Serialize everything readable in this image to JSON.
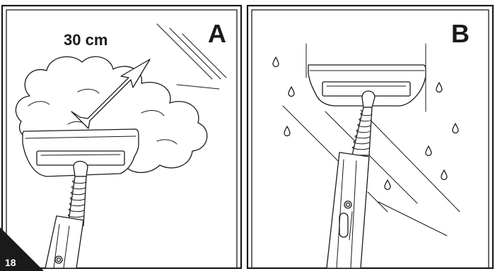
{
  "panel_a": {
    "label": "A",
    "distance_label": "30 cm"
  },
  "panel_b": {
    "label": "B"
  },
  "page_number": "18",
  "colors": {
    "ink": "#1a1a1a",
    "paper": "#ffffff",
    "page_tab": "#1a1a1a"
  },
  "icons": [
    "steam-cloud",
    "distance-double-arrow",
    "window-pane-reflection",
    "water-droplet",
    "steam-nozzle",
    "hose"
  ]
}
